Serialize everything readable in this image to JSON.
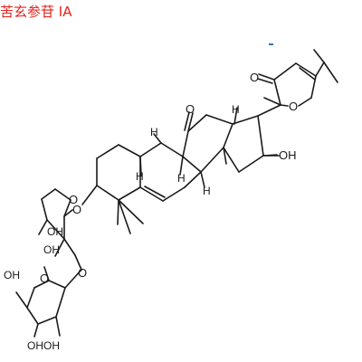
{
  "title": "苦玄参苷 IA",
  "title_color": "#e2231a",
  "mark_color": "#2e74b5",
  "labels": {
    "ketone_o_top": "O",
    "furan_o": "O",
    "ketone_o_mid": "O",
    "oh_right": "OH",
    "ether_o": "O",
    "sugar1_ring_o": "O",
    "sugar1_oh_a": "OH",
    "sugar1_oh_b": "OH",
    "glyco_o": "O",
    "sugar2_ring_o": "O",
    "sugar2_oh_left": "OH",
    "sugar2_oh_bottom": "OHOH",
    "h1": "H",
    "h2": "H",
    "h3": "H",
    "h4": "H",
    "h5": "H"
  }
}
